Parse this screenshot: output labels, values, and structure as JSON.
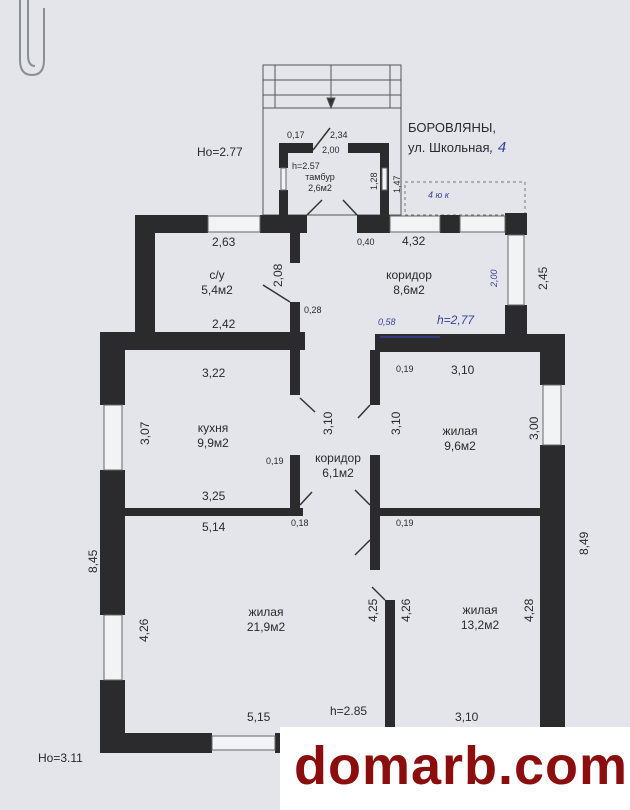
{
  "address": {
    "line1": "БОРОВЛЯНЫ,",
    "line2": "ул. Школьная",
    "house": ", 4"
  },
  "heights": {
    "ho_top": "Ho=2.77",
    "ho_bottom": "Ho=3.11",
    "h_tambur": "h=2.57",
    "h_corridor": "h=2,77",
    "h_main": "h=2.85"
  },
  "rooms": {
    "tambur": {
      "name": "тамбур",
      "area": "2,6м2"
    },
    "wc": {
      "name": "с/у",
      "area": "5,4м2"
    },
    "corridor1": {
      "name": "коридор",
      "area": "8,6м2"
    },
    "kitchen": {
      "name": "кухня",
      "area": "9,9м2"
    },
    "corridor2": {
      "name": "коридор",
      "area": "6,1м2"
    },
    "living1": {
      "name": "жилая",
      "area": "9,6м2"
    },
    "living2": {
      "name": "жилая",
      "area": "21,9м2"
    },
    "living3": {
      "name": "жилая",
      "area": "13,2м2"
    }
  },
  "dimensions": {
    "d017": "0,17",
    "d234": "2,34",
    "d200": "2,00",
    "d128": "1,28",
    "d147": "1,47",
    "d4jk": "4 ю к",
    "d263": "2,63",
    "d040": "0,40",
    "d432": "4,32",
    "d208": "2,08",
    "d028": "0,28",
    "d242": "2,42",
    "d200b": "2,00",
    "d245": "2,45",
    "d058": "0,58",
    "d322": "3,22",
    "d019a": "0,19",
    "d310a": "3,10",
    "d307": "3,07",
    "d310b": "3,10",
    "d310c": "3,10",
    "d300": "3,00",
    "d019b": "0,19",
    "d325": "3,25",
    "d514": "5,14",
    "d018": "0,18",
    "d019c": "0,19",
    "d845": "8,45",
    "d849": "8,49",
    "d426": "4,26",
    "d425": "4,25",
    "d426b": "4,26",
    "d428": "4,28",
    "d515": "5,15",
    "d310d": "3,10"
  },
  "watermark": "domarb.com"
}
